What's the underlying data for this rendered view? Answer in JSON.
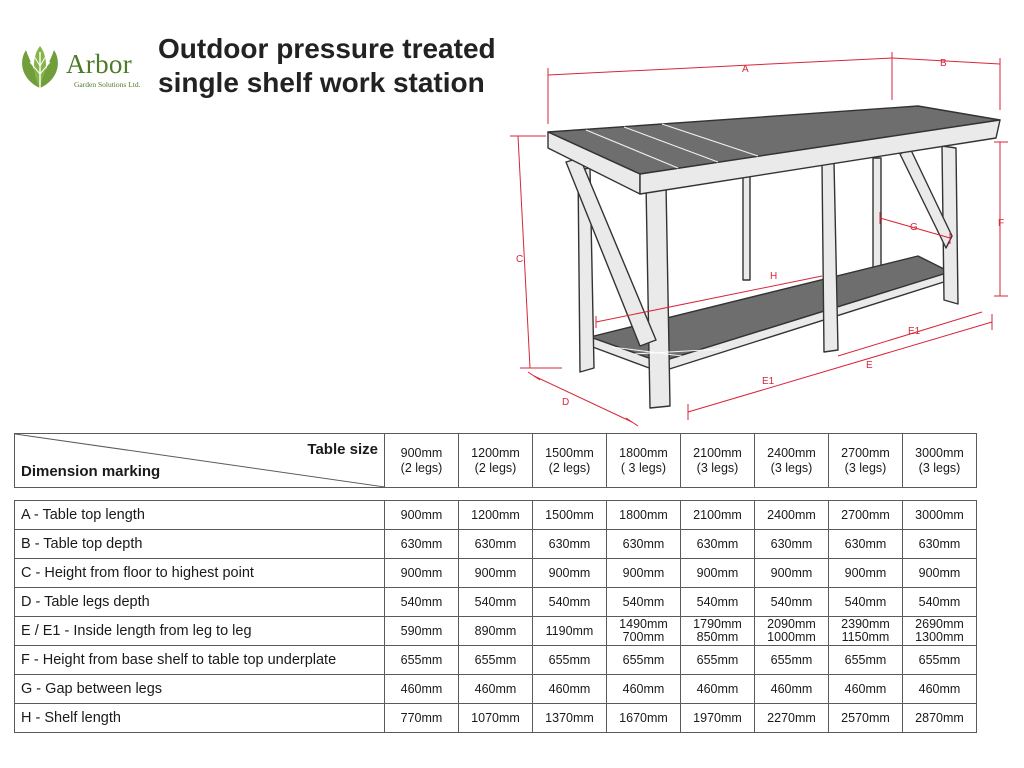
{
  "logo": {
    "name": "Arbor",
    "subtitle": "Garden Solutions Ltd.",
    "color": "#4f7a2a"
  },
  "title_line1": "Outdoor pressure treated",
  "title_line2": "single shelf work station",
  "diagram": {
    "labels": {
      "a": "A",
      "b": "B",
      "c": "C",
      "d": "D",
      "e": "E",
      "e1_left": "E1",
      "e1_right": "E1",
      "f": "F",
      "g": "G",
      "h": "H"
    },
    "dimension_color": "#d8263a",
    "wood_color": "#eaeaea",
    "slat_color": "#6e6e6e"
  },
  "table": {
    "corner_top": "Table size",
    "corner_bottom": "Dimension marking",
    "sizes": [
      {
        "size": "900mm",
        "legs": "(2 legs)"
      },
      {
        "size": "1200mm",
        "legs": "(2 legs)"
      },
      {
        "size": "1500mm",
        "legs": "(2 legs)"
      },
      {
        "size": "1800mm",
        "legs": "( 3 legs)"
      },
      {
        "size": "2100mm",
        "legs": "(3 legs)"
      },
      {
        "size": "2400mm",
        "legs": "(3 legs)"
      },
      {
        "size": "2700mm",
        "legs": "(3 legs)"
      },
      {
        "size": "3000mm",
        "legs": "(3 legs)"
      }
    ],
    "rows": [
      {
        "label": "A - Table top length",
        "values": [
          "900mm",
          "1200mm",
          "1500mm",
          "1800mm",
          "2100mm",
          "2400mm",
          "2700mm",
          "3000mm"
        ]
      },
      {
        "label": "B - Table top depth",
        "values": [
          "630mm",
          "630mm",
          "630mm",
          "630mm",
          "630mm",
          "630mm",
          "630mm",
          "630mm"
        ]
      },
      {
        "label": "C - Height from floor to highest point",
        "values": [
          "900mm",
          "900mm",
          "900mm",
          "900mm",
          "900mm",
          "900mm",
          "900mm",
          "900mm"
        ]
      },
      {
        "label": "D - Table legs depth",
        "values": [
          "540mm",
          "540mm",
          "540mm",
          "540mm",
          "540mm",
          "540mm",
          "540mm",
          "540mm"
        ]
      },
      {
        "label": "E / E1 - Inside length from leg to leg",
        "values": [
          [
            "590mm"
          ],
          [
            "890mm"
          ],
          [
            "1190mm"
          ],
          [
            "1490mm",
            "700mm"
          ],
          [
            "1790mm",
            "850mm"
          ],
          [
            "2090mm",
            "1000mm"
          ],
          [
            "2390mm",
            "1150mm"
          ],
          [
            "2690mm",
            "1300mm"
          ]
        ]
      },
      {
        "label": "F - Height from base shelf to table top underplate",
        "values": [
          "655mm",
          "655mm",
          "655mm",
          "655mm",
          "655mm",
          "655mm",
          "655mm",
          "655mm"
        ]
      },
      {
        "label": "G - Gap between legs",
        "values": [
          "460mm",
          "460mm",
          "460mm",
          "460mm",
          "460mm",
          "460mm",
          "460mm",
          "460mm"
        ]
      },
      {
        "label": "H - Shelf length",
        "values": [
          "770mm",
          "1070mm",
          "1370mm",
          "1670mm",
          "1970mm",
          "2270mm",
          "2570mm",
          "2870mm"
        ]
      }
    ]
  }
}
